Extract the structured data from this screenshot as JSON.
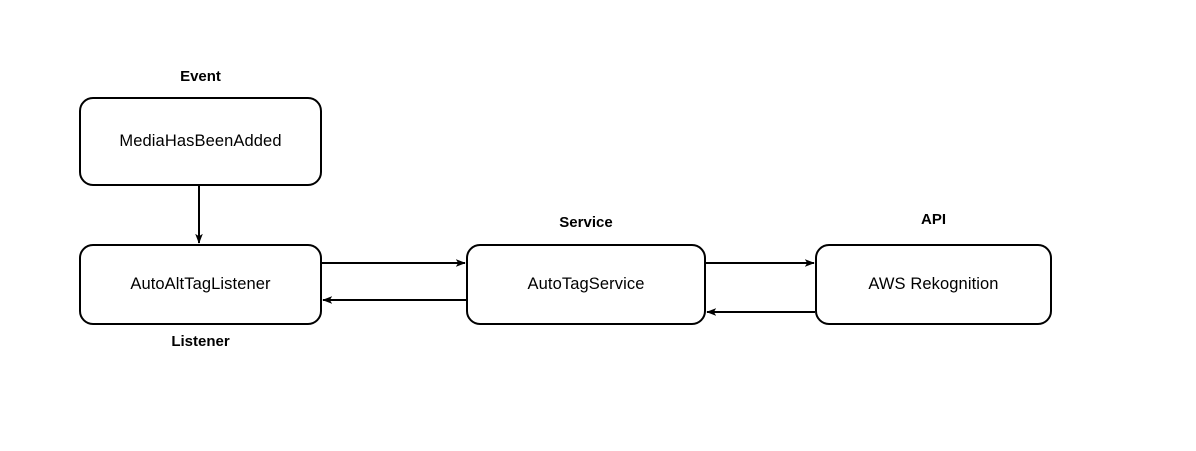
{
  "diagram": {
    "title": "",
    "background_color": "#ffffff",
    "stroke_color": "#000000",
    "nodes": [
      {
        "id": "event",
        "label": "MediaHasBeenAdded",
        "group_label": "Event",
        "group_label_position": "top"
      },
      {
        "id": "listener",
        "label": "AutoAltTagListener",
        "group_label": "Listener",
        "group_label_position": "bottom"
      },
      {
        "id": "service",
        "label": "AutoTagService",
        "group_label": "Service",
        "group_label_position": "top"
      },
      {
        "id": "api",
        "label": "AWS Rekognition",
        "group_label": "API",
        "group_label_position": "top"
      }
    ],
    "edges": [
      {
        "id": "event-to-listener",
        "from": "event",
        "to": "listener",
        "label": "",
        "direction": "down"
      },
      {
        "id": "listener-to-service",
        "from": "listener",
        "to": "service",
        "label": "",
        "direction": "right"
      },
      {
        "id": "service-to-listener",
        "from": "service",
        "to": "listener",
        "label": "",
        "direction": "left"
      },
      {
        "id": "service-to-api",
        "from": "service",
        "to": "api",
        "label": "",
        "direction": "right"
      },
      {
        "id": "api-to-service",
        "from": "api",
        "to": "service",
        "label": "",
        "direction": "left"
      }
    ]
  }
}
